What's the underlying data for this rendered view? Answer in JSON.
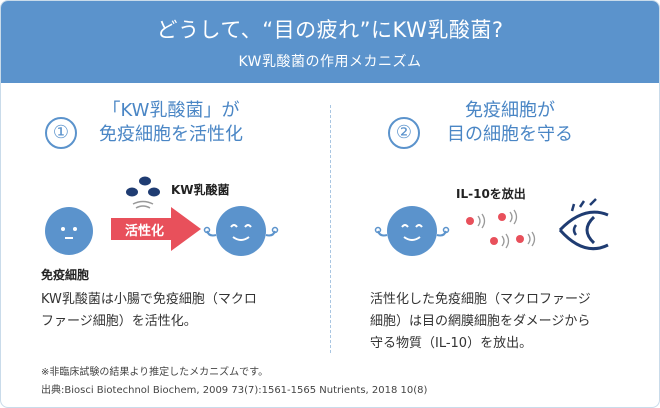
{
  "header": {
    "title": "どうして、“目の疲れ”にKW乳酸菌?",
    "subtitle": "KW乳酸菌の作用メカニズム"
  },
  "left": {
    "number": "①",
    "heading_line1": "「KW乳酸菌」が",
    "heading_line2": "免疫細胞を活性化",
    "bacteria_label": "KW乳酸菌",
    "arrow_label": "活性化",
    "cell_label": "免疫細胞",
    "body_line1": "KW乳酸菌は小腸で免疫細胞（マクロ",
    "body_line2": "ファージ細胞）を活性化。"
  },
  "right": {
    "number": "②",
    "heading_line1": "免疫細胞が",
    "heading_line2": "目の細胞を守る",
    "release_label": "IL-10を放出",
    "body_line1": "活性化した免疫細胞（マクロファージ",
    "body_line2": "細胞）は目の網膜細胞をダメージから",
    "body_line3": "守る物質（IL-10）を放出。"
  },
  "footnotes": {
    "note": "※非臨床試験の結果より推定したメカニズムです。",
    "source": "出典:Biosci Biotechnol Biochem, 2009 73(7):1561-1565 Nutrients, 2018 10(8)"
  },
  "colors": {
    "header_blue": "#5b93cc",
    "cell_blue": "#5b93cc",
    "bacteria_navy": "#1f3c72",
    "arrow_red": "#e8505b",
    "particle_red": "#e8505b"
  }
}
